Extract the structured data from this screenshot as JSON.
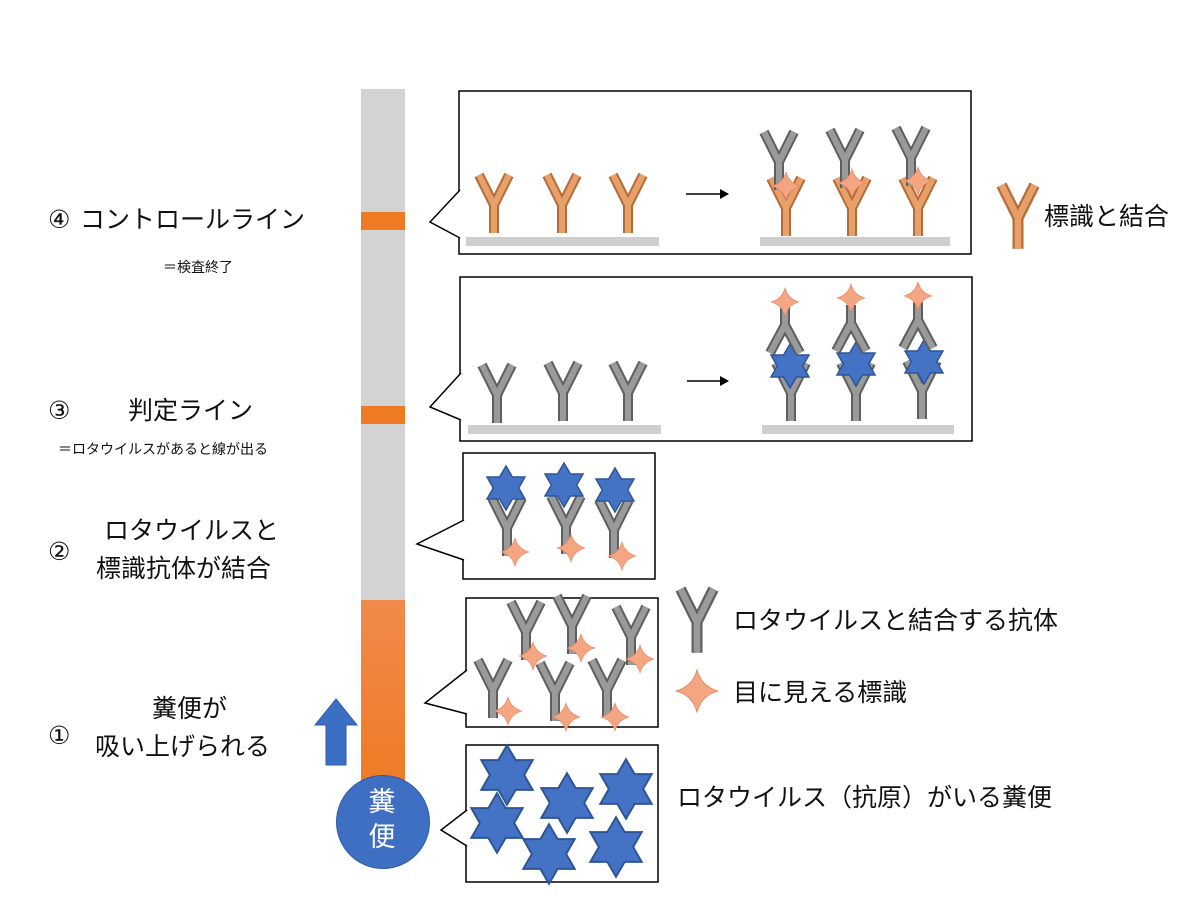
{
  "steps": {
    "step4": {
      "number": "④",
      "title": "コントロールライン",
      "note": "＝検査終了"
    },
    "step3": {
      "number": "③",
      "title": "判定ライン",
      "note": "＝ロタウイルスがあると線が出る"
    },
    "step2": {
      "number": "②",
      "line1": "ロタウイルスと",
      "line2": "標識抗体が結合"
    },
    "step1": {
      "number": "①",
      "line1": "糞便が",
      "line2": "吸い上げられる"
    }
  },
  "sample_circle": {
    "line1": "糞",
    "line2": "便"
  },
  "legend": {
    "labeled_binding": "標識と結合",
    "antibody": "ロタウイルスと結合する抗体",
    "visible_label": "目に見える標識",
    "stool_with_virus": "ロタウイルス（抗原）がいる糞便"
  },
  "colors": {
    "strip_gray": "#d3d3d3",
    "orange": "#ef7a24",
    "orange_light": "#f08a4b",
    "virus_blue": "#4472c4",
    "antibody_gray": "#8c8c8c",
    "antibody_orange": "#e0955f",
    "label_peach": "#f4a582",
    "arrow_blue": "#3a6fc4"
  }
}
